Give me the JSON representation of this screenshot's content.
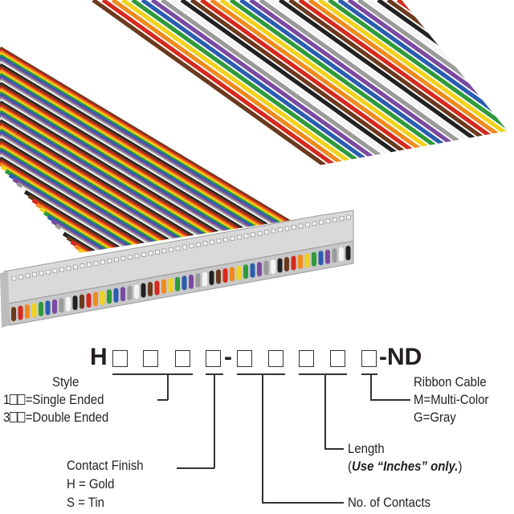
{
  "part_number": {
    "prefix": "H",
    "separator": "-",
    "suffix": "-ND"
  },
  "labels": {
    "style": {
      "title": "Style",
      "line1_prefix": "1",
      "line1": "=Single Ended",
      "line2_prefix": "3",
      "line2": "=Double Ended"
    },
    "contact_finish": {
      "title": "Contact Finish",
      "line1": "H = Gold",
      "line2": "S = Tin"
    },
    "contacts": {
      "title": "No. of Contacts"
    },
    "length": {
      "title": "Length",
      "note_open": "(",
      "note": "Use “Inches” only.",
      "note_close": ")"
    },
    "ribbon": {
      "title": "Ribbon Cable",
      "line1": "M=Multi-Color",
      "line2": "G=Gray"
    }
  },
  "wire_colors": [
    "#6b3a1e",
    "#d62a1e",
    "#f08a1c",
    "#f2d21b",
    "#2f9a3a",
    "#2a5db0",
    "#7b4aa0",
    "#9a9a9a",
    "#f4f4f4",
    "#222222"
  ],
  "connector_color": "#d9d9d9"
}
